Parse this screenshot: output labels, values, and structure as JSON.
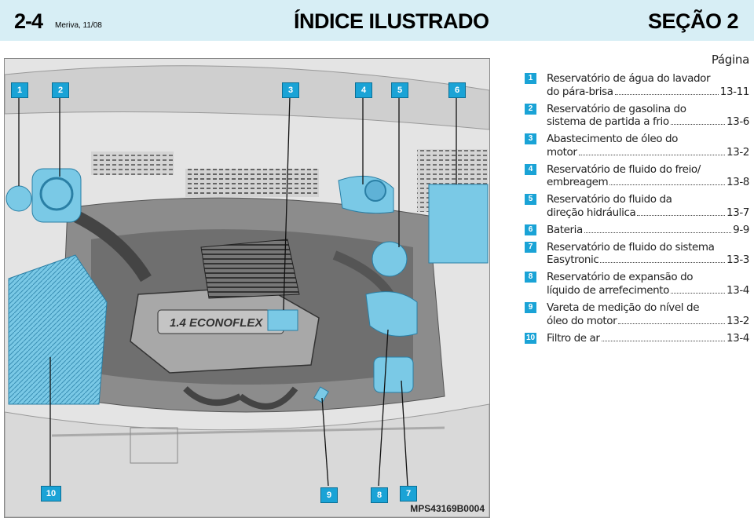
{
  "header": {
    "page_number": "2-4",
    "edition": "Meriva, 11/08",
    "title": "ÍNDICE ILUSTRADO",
    "section": "SEÇÃO 2"
  },
  "figure": {
    "code": "MPS43169B0004",
    "engine_badge": "1.4 ECONOFLEX",
    "callouts": [
      "1",
      "2",
      "3",
      "4",
      "5",
      "6",
      "10",
      "9",
      "8",
      "7"
    ]
  },
  "index": {
    "page_label": "Página",
    "items": [
      {
        "num": "1",
        "lines": [
          "Reservatório de água do lavador"
        ],
        "last": "do pára-brisa",
        "page": "13-11"
      },
      {
        "num": "2",
        "lines": [
          "Reservatório de gasolina do"
        ],
        "last": "sistema de partida a frio",
        "page": "13-6"
      },
      {
        "num": "3",
        "lines": [
          "Abastecimento de óleo do"
        ],
        "last": "motor",
        "page": "13-2"
      },
      {
        "num": "4",
        "lines": [
          "Reservatório de fluido do freio/"
        ],
        "last": "embreagem",
        "page": "13-8"
      },
      {
        "num": "5",
        "lines": [
          "Reservatório do fluido da"
        ],
        "last": "direção hidráulica",
        "page": "13-7"
      },
      {
        "num": "6",
        "lines": [],
        "last": "Bateria",
        "page": "9-9"
      },
      {
        "num": "7",
        "lines": [
          "Reservatório de fluido do sistema"
        ],
        "last": "Easytronic",
        "page": "13-3"
      },
      {
        "num": "8",
        "lines": [
          "Reservatório de expansão do"
        ],
        "last": "líquido de arrefecimento",
        "page": "13-4"
      },
      {
        "num": "9",
        "lines": [
          "Vareta de medição do nível de"
        ],
        "last": "óleo do motor",
        "page": "13-2"
      },
      {
        "num": "10",
        "lines": [],
        "last": "Filtro de ar",
        "page": "13-4"
      }
    ]
  }
}
